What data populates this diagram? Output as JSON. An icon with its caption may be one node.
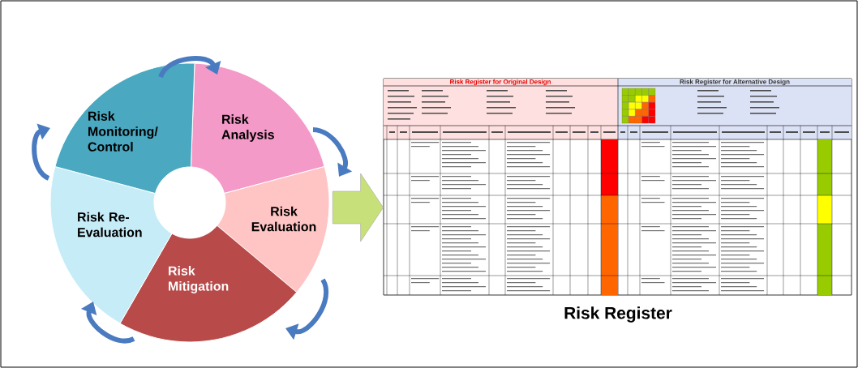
{
  "diagram": {
    "nodes": [
      {
        "text": [
          "Risk Analysis"
        ]
      },
      {
        "text": [
          "Risk Evaluation"
        ]
      },
      {
        "text": [
          "Risk Mitigation"
        ]
      },
      {
        "text": [
          "Risk Re-Evaluation"
        ]
      },
      {
        "text": [
          "Risk Monitoring/ Control"
        ]
      },
      {
        "text": [
          "Risk Register for Original Design",
          "Risk Register for Alternative Design"
        ],
        "beside": [
          "Risk Register"
        ]
      }
    ],
    "edges": [
      {
        "from": 0,
        "to": 1,
        "arrow": "to"
      },
      {
        "from": 1,
        "to": 2,
        "arrow": "to"
      },
      {
        "from": 2,
        "to": 3,
        "arrow": "to"
      },
      {
        "from": 3,
        "to": 4,
        "arrow": "to"
      },
      {
        "from": 4,
        "to": 0,
        "arrow": "to"
      },
      {
        "from": 1,
        "to": 5,
        "arrow": "to",
        "style": "thick",
        "color": "#c8e07a"
      }
    ]
  }
}
